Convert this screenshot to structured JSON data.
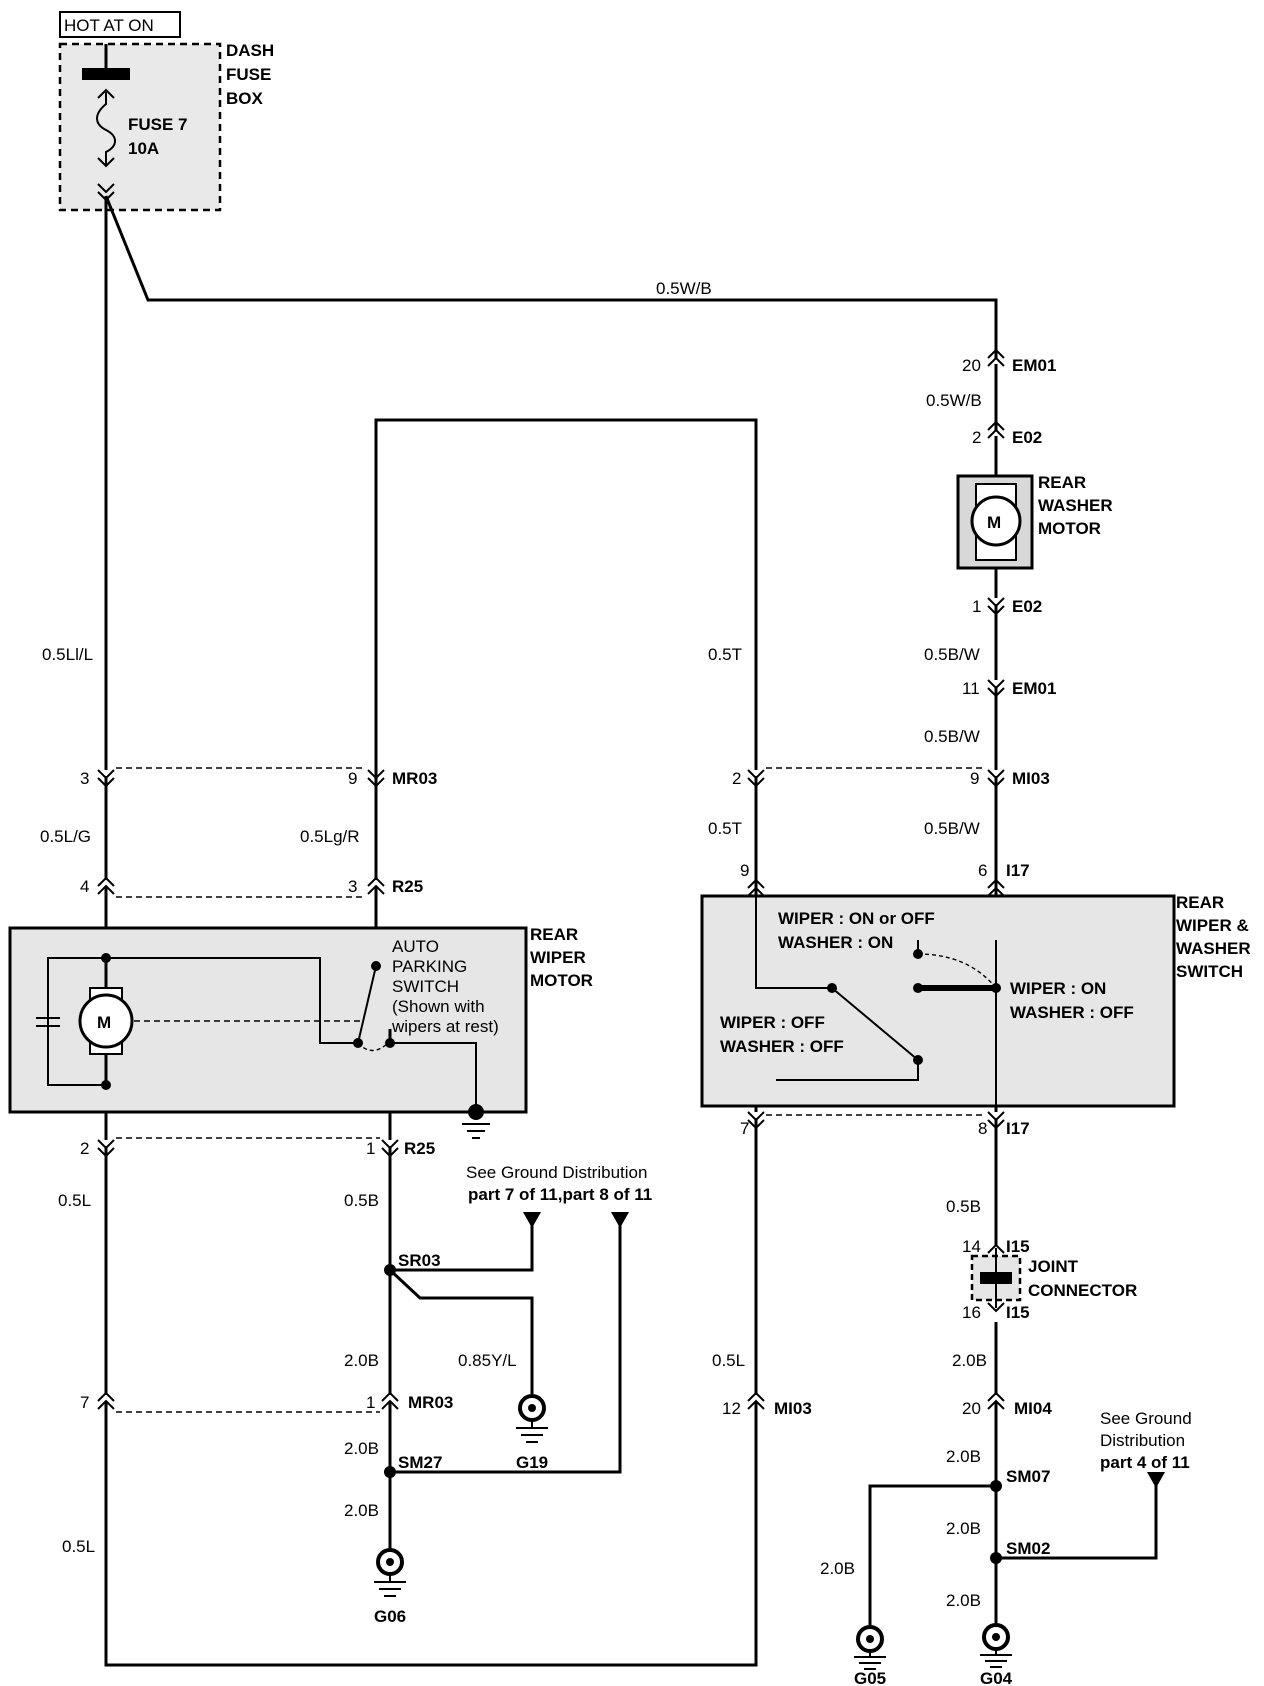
{
  "power": {
    "hot_label": "HOT AT ON",
    "fusebox_label": [
      "DASH",
      "FUSE",
      "BOX"
    ],
    "fuse_label": [
      "FUSE 7",
      "10A"
    ]
  },
  "wires": {
    "top_run": "0.5W/B",
    "em01_e02": "0.5W/B",
    "e02_em01": "0.5B/W",
    "em01_mi03": "0.5B/W",
    "mi03_i17": "0.5B/W",
    "left_main": "0.5Ll/L",
    "left_mr_r25": "0.5L/G",
    "left_lower": "0.5L",
    "left_bottom": "0.5L",
    "mid_mr_r25": "0.5Lg/R",
    "mid_r25_sr03": "0.5B",
    "sr03_mr03": "2.0B",
    "sr03_g19": "0.85Y/L",
    "mr03_sm27": "2.0B",
    "sm27_g06": "2.0B",
    "t_upper": "0.5T",
    "t_lower": "0.5T",
    "switch_out": "0.5L",
    "i17_i15": "0.5B",
    "i15_mi04": "2.0B",
    "mi04_sm07": "2.0B",
    "sm07_sm02": "2.0B",
    "sm02_g04": "2.0B",
    "sm07_g05": "2.0B"
  },
  "connectors": {
    "em01_top": {
      "pin": "20",
      "id": "EM01"
    },
    "e02_top": {
      "pin": "2",
      "id": "E02"
    },
    "e02_bot": {
      "pin": "1",
      "id": "E02"
    },
    "em01_bot": {
      "pin": "11",
      "id": "EM01"
    },
    "mi03_top_right": {
      "pin": "9",
      "id": "MI03"
    },
    "mi03_top_left": {
      "pin": "2"
    },
    "mr03_top_left": {
      "pin": "3"
    },
    "mr03_top_right": {
      "pin": "9",
      "id": "MR03"
    },
    "r25_top_left": {
      "pin": "4"
    },
    "r25_top_right": {
      "pin": "3",
      "id": "R25"
    },
    "i17_top_left": {
      "pin": "9"
    },
    "i17_top_right": {
      "pin": "6",
      "id": "I17"
    },
    "r25_bot_left": {
      "pin": "2"
    },
    "r25_bot_right": {
      "pin": "1",
      "id": "R25"
    },
    "i17_bot_left": {
      "pin": "7"
    },
    "i17_bot_right": {
      "pin": "8",
      "id": "I17"
    },
    "i15_top": {
      "pin": "14",
      "id": "I15"
    },
    "i15_bot": {
      "pin": "16",
      "id": "I15"
    },
    "mr03_bot_left": {
      "pin": "7"
    },
    "mr03_bot_right": {
      "pin": "1",
      "id": "MR03"
    },
    "mi03_bot": {
      "pin": "12",
      "id": "MI03"
    },
    "mi04": {
      "pin": "20",
      "id": "MI04"
    }
  },
  "components": {
    "washer_motor": {
      "letter": "M",
      "label": [
        "REAR",
        "WASHER",
        "MOTOR"
      ]
    },
    "wiper_motor": {
      "letter": "M",
      "label": [
        "REAR",
        "WIPER",
        "MOTOR"
      ]
    },
    "auto_park": [
      "AUTO",
      "PARKING",
      "SWITCH",
      "(Shown with",
      "wipers at rest)"
    ],
    "switch": {
      "label": [
        "REAR",
        "WIPER &",
        "WASHER",
        "SWITCH"
      ],
      "pos1": [
        "WIPER : ON or OFF",
        "WASHER : ON"
      ],
      "pos2": [
        "WIPER : ON",
        "WASHER : OFF"
      ],
      "pos3": [
        "WIPER : OFF",
        "WASHER : OFF"
      ]
    },
    "joint": [
      "JOINT",
      "CONNECTOR"
    ]
  },
  "splices": {
    "sr03": "SR03",
    "sm27": "SM27",
    "sm07": "SM07",
    "sm02": "SM02"
  },
  "grounds": {
    "g19": "G19",
    "g06": "G06",
    "g05": "G05",
    "g04": "G04"
  },
  "notes": {
    "ground_a": [
      "See Ground Distribution",
      "part 7 of 11,part 8 of 11"
    ],
    "ground_b": [
      "See Ground",
      "Distribution",
      "part 4 of 11"
    ]
  }
}
